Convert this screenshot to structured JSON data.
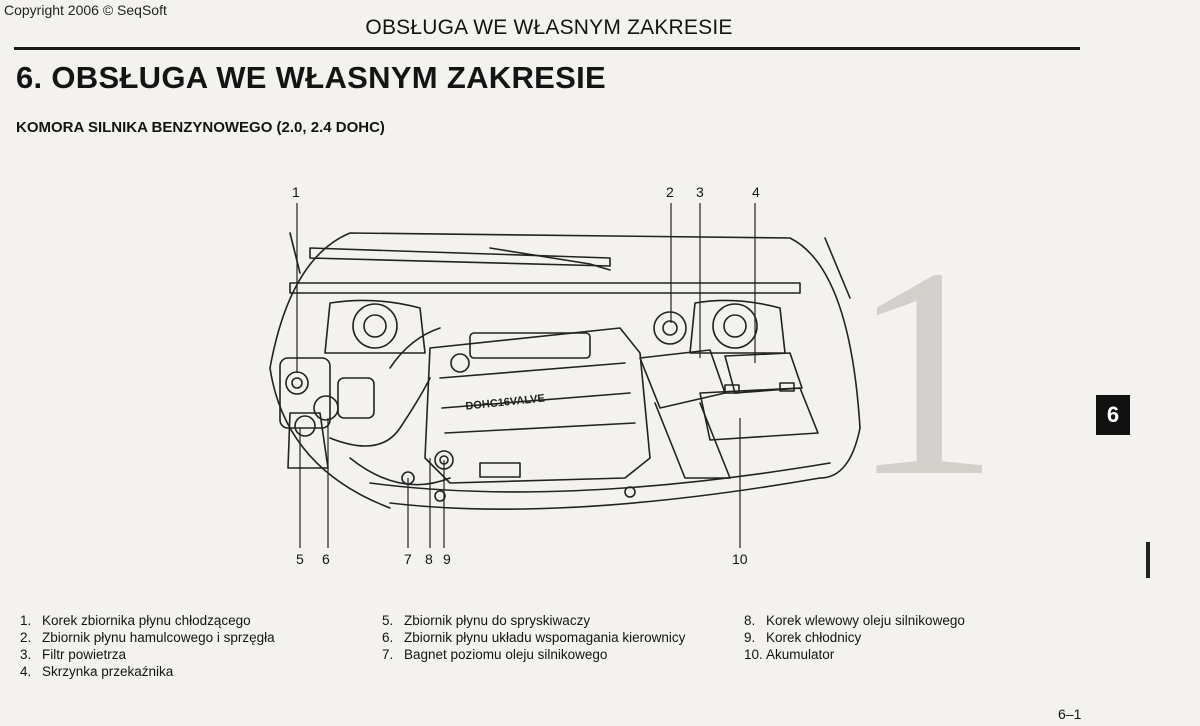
{
  "copyright": "Copyright 2006 © SeqSoft",
  "running_header": "OBSŁUGA WE WŁASNYM ZAKRESIE",
  "chapter_title": "6. OBSŁUGA WE WŁASNYM ZAKRESIE",
  "section_subtitle": "KOMORA SILNIKA BENZYNOWEGO (2.0, 2.4 DOHC)",
  "tab_marker": "6",
  "engine_label": "DOHC16VALVE",
  "callouts": {
    "n1": "1",
    "n2": "2",
    "n3": "3",
    "n4": "4",
    "n5": "5",
    "n6": "6",
    "n7": "7",
    "n8": "8",
    "n9": "9",
    "n10": "10"
  },
  "legend": {
    "col1": [
      {
        "n": "1.",
        "t": "Korek zbiornika płynu chłodzącego"
      },
      {
        "n": "2.",
        "t": "Zbiornik płynu hamulcowego i sprzęgła"
      },
      {
        "n": "3.",
        "t": "Filtr powietrza"
      },
      {
        "n": "4.",
        "t": "Skrzynka przekaźnika"
      }
    ],
    "col2": [
      {
        "n": "5.",
        "t": "Zbiornik płynu do spryskiwaczy"
      },
      {
        "n": "6.",
        "t": "Zbiornik płynu układu wspomagania kierownicy"
      },
      {
        "n": "7.",
        "t": "Bagnet poziomu oleju silnikowego"
      }
    ],
    "col3": [
      {
        "n": "8.",
        "t": "Korek wlewowy oleju silnikowego"
      },
      {
        "n": "9.",
        "t": "Korek chłodnicy"
      },
      {
        "n": "10.",
        "t": "Akumulator"
      }
    ]
  },
  "page_number": "6–1"
}
